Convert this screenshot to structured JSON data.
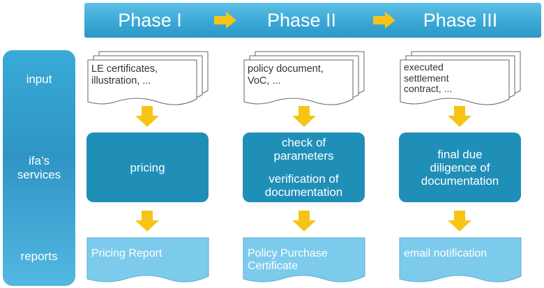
{
  "phases": [
    "Phase I",
    "Phase II",
    "Phase III"
  ],
  "rows": {
    "input": "input",
    "services": "ifa’s\nservices",
    "reports": "reports"
  },
  "inputs": [
    "LE certificates,\nillustration, ...",
    "policy document,\nVoC, ...",
    "executed\nsettlement\ncontract, ..."
  ],
  "services": [
    {
      "lines": [
        "pricing"
      ]
    },
    {
      "lines": [
        "check of",
        "parameters"
      ],
      "lines2": [
        "verification of",
        "documentation"
      ]
    },
    {
      "lines": [
        "final due",
        "diligence of",
        "documentation"
      ]
    }
  ],
  "reports": [
    "Pricing Report",
    "Policy Purchase\nCertificate",
    "email notification"
  ],
  "colors": {
    "banner": "#3aa8d6",
    "service_box": "#1f8fb8",
    "report_fill": "#7dcbec",
    "arrow": "#f7c416"
  }
}
